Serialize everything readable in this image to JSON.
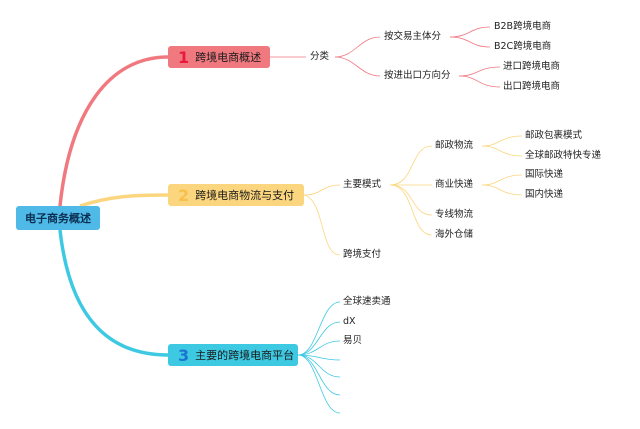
{
  "root": {
    "label": "电子商务概述"
  },
  "branches": [
    {
      "number": "1",
      "label": "跨境电商概述",
      "child": "分类",
      "groups": [
        {
          "label": "按交易主体分",
          "items": [
            "B2B跨境电商",
            "B2C跨境电商"
          ]
        },
        {
          "label": "按进出口方向分",
          "items": [
            "进口跨境电商",
            "出口跨境电商"
          ]
        }
      ]
    },
    {
      "number": "2",
      "label": "跨境电商物流与支付",
      "mode": {
        "label": "主要模式",
        "items": [
          {
            "label": "邮政物流",
            "items": [
              "邮政包裹模式",
              "全球邮政特快专递"
            ]
          },
          {
            "label": "商业快递",
            "items": [
              "国际快递",
              "国内快递"
            ]
          },
          {
            "label": "专线物流"
          },
          {
            "label": "海外仓储"
          }
        ]
      },
      "payment": "跨境支付"
    },
    {
      "number": "3",
      "label": "主要的跨境电商平台",
      "platforms": [
        "全球速卖通",
        "dX",
        "易贝",
        "",
        "",
        "",
        ""
      ]
    }
  ],
  "colors": {
    "branch1_link": "#f07980",
    "branch2_link": "#fbd67e",
    "branch3_link": "#3ec9e3",
    "root": "#4fb9e8"
  }
}
